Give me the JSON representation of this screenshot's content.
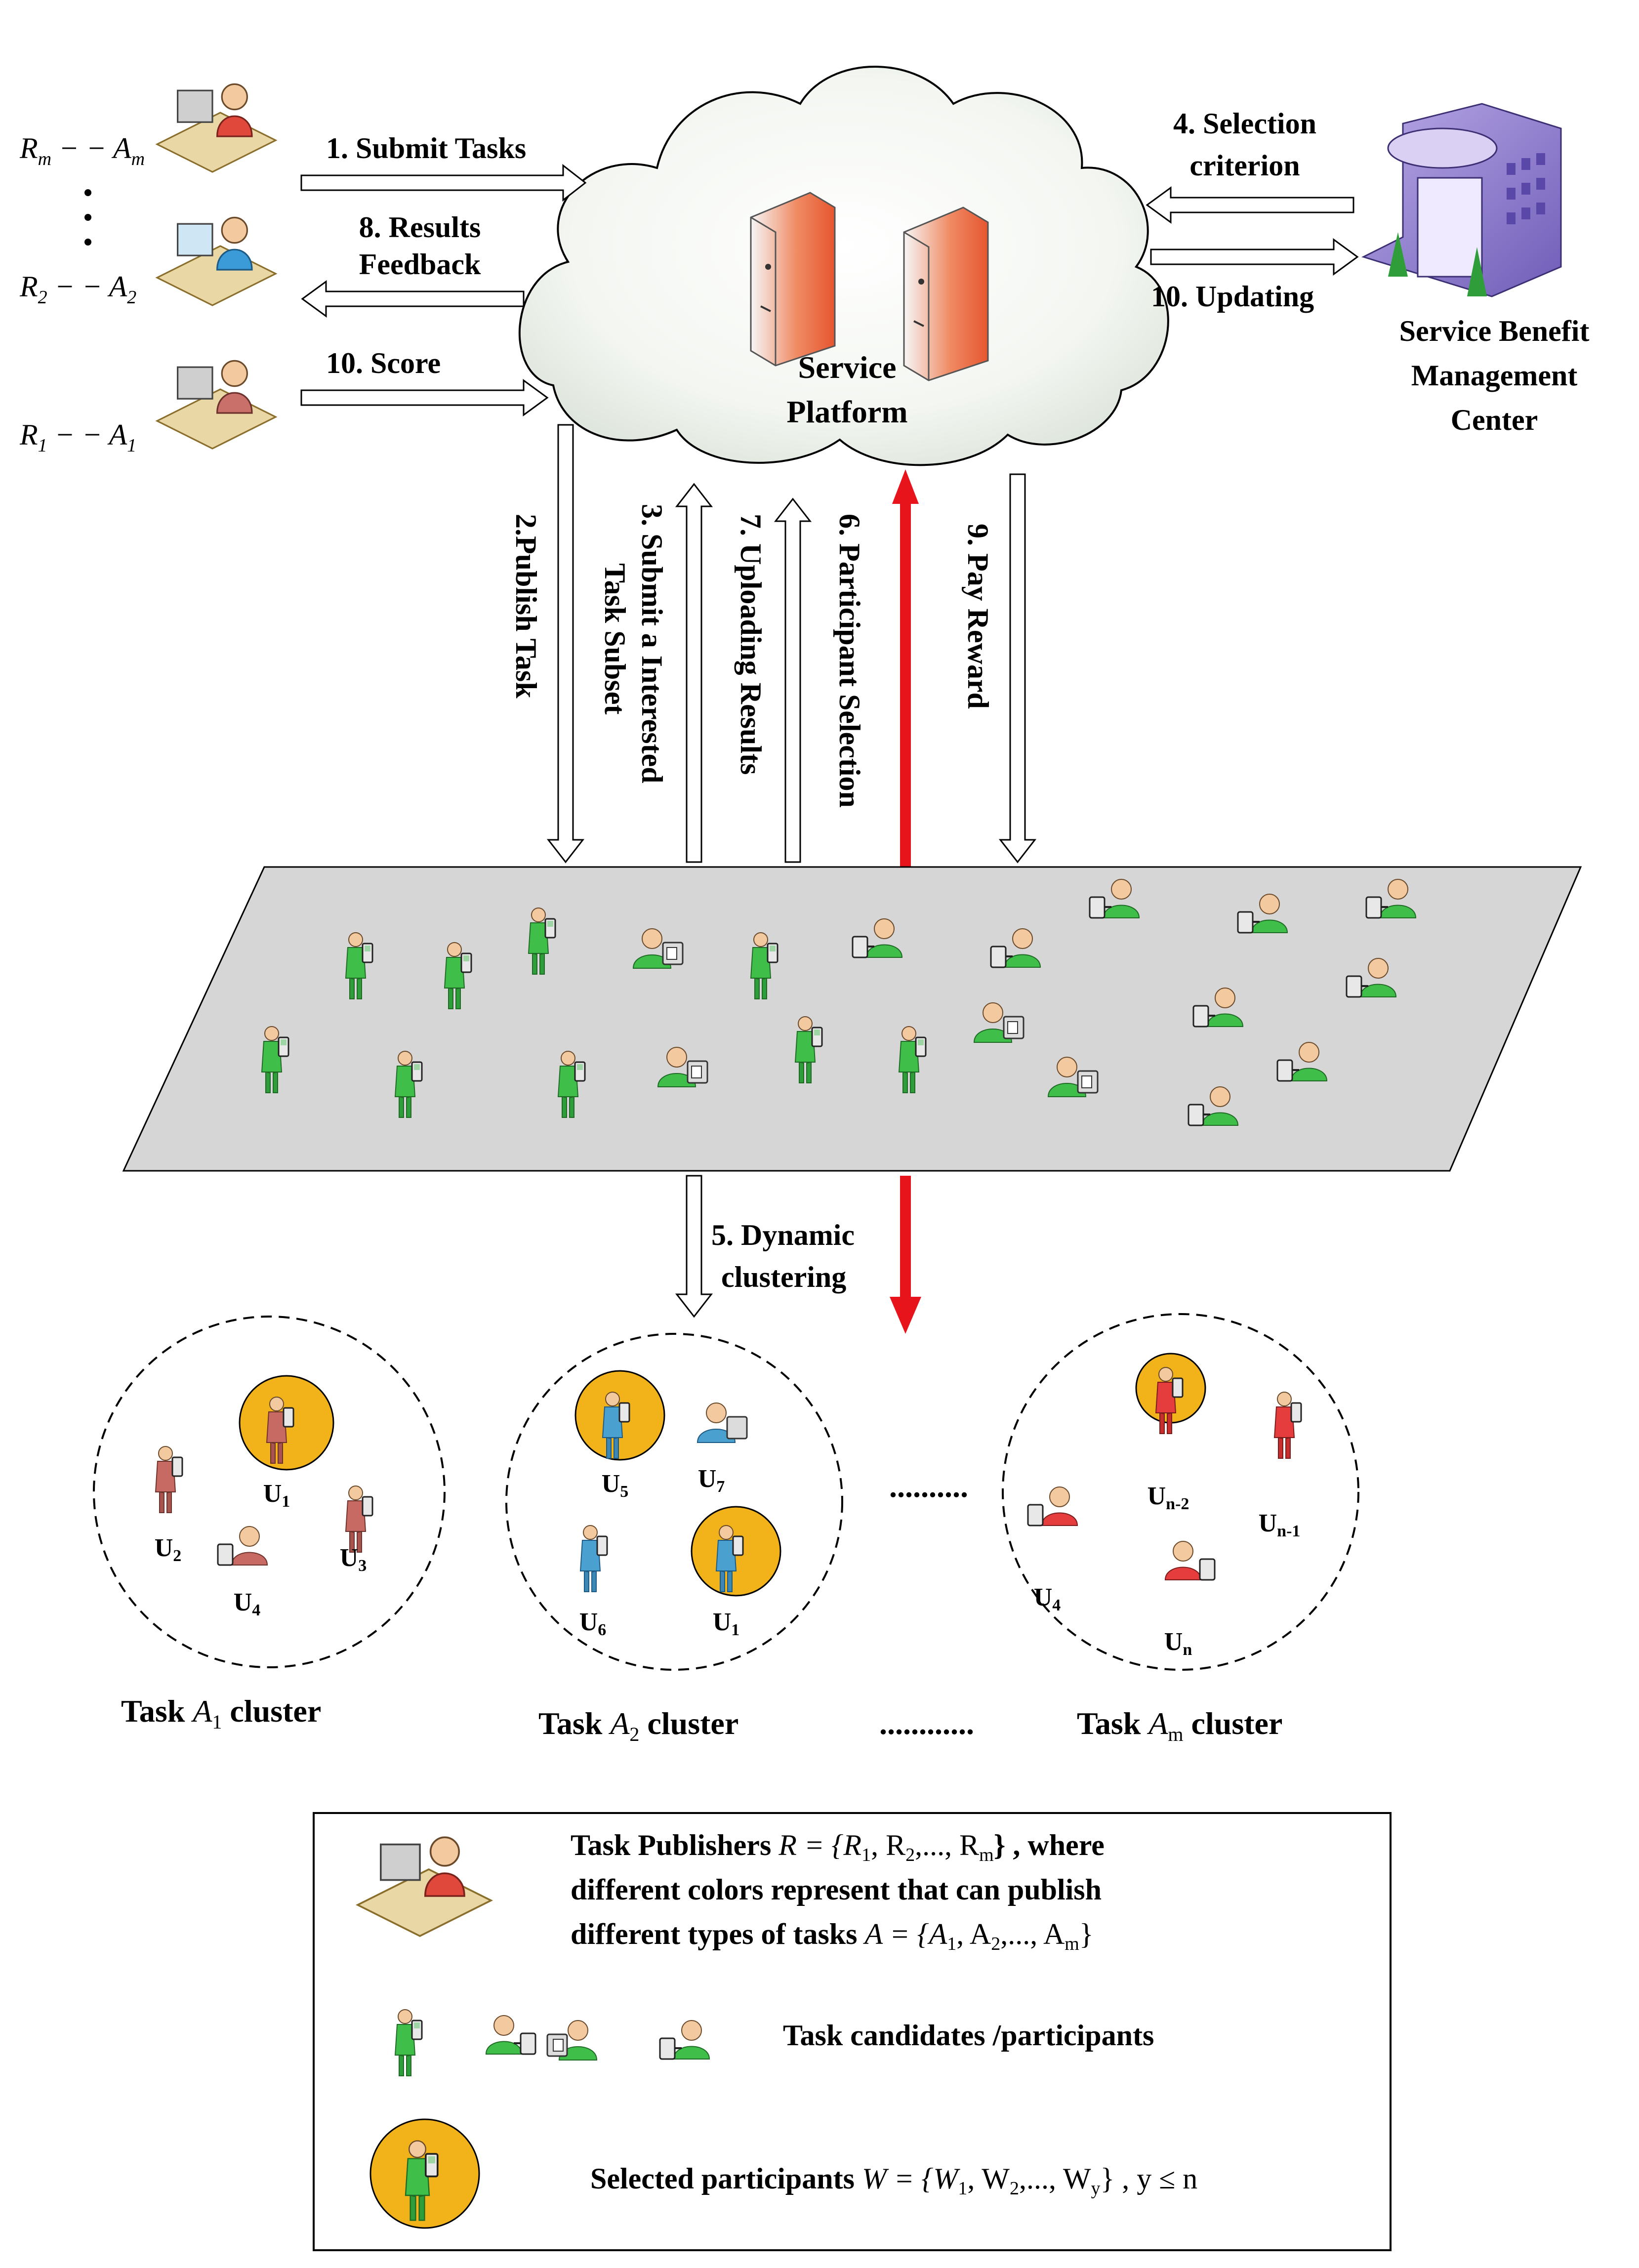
{
  "publishers": [
    {
      "name": "R",
      "sub": "m",
      "task": "A",
      "task_sub": "m",
      "color": "#e0483c"
    },
    {
      "name": "R",
      "sub": "2",
      "task": "A",
      "task_sub": "2",
      "color": "#3a9bd8"
    },
    {
      "name": "R",
      "sub": "1",
      "task": "A",
      "task_sub": "1",
      "color": "#c9706a"
    }
  ],
  "steps": {
    "submit_tasks": "1. Submit Tasks",
    "results_feedback_1": "8. Results",
    "results_feedback_2": "Feedback",
    "score": "10. Score",
    "publish_task": "2.Publish Task",
    "submit_subset_1": "3. Submit a Interested",
    "submit_subset_2": "Task Subset",
    "uploading_results": "7. Uploading  Results",
    "participant_selection": "6. Participant Selection",
    "pay_reward": "9. Pay Reward",
    "selection_criterion_1": "4. Selection",
    "selection_criterion_2": "criterion",
    "updating": "10. Updating",
    "dynamic_clustering_1": "5. Dynamic",
    "dynamic_clustering_2": "clustering"
  },
  "platform": {
    "line1": "Service",
    "line2": "Platform"
  },
  "benefit_center": {
    "line1": "Service Benefit",
    "line2": "Management",
    "line3": "Center"
  },
  "clusters": [
    {
      "prefix": "Task",
      "var": "A",
      "sub": "1",
      "suffix": "cluster",
      "users": [
        {
          "u": "U",
          "s": "1"
        },
        {
          "u": "U",
          "s": "2"
        },
        {
          "u": "U",
          "s": "3"
        },
        {
          "u": "U",
          "s": "4"
        }
      ]
    },
    {
      "prefix": "Task",
      "var": "A",
      "sub": "2",
      "suffix": "cluster",
      "users": [
        {
          "u": "U",
          "s": "5"
        },
        {
          "u": "U",
          "s": "7"
        },
        {
          "u": "U",
          "s": "6"
        },
        {
          "u": "U",
          "s": "1"
        }
      ]
    },
    {
      "prefix": "Task",
      "var": "A",
      "sub": "m",
      "suffix": "cluster",
      "users": [
        {
          "u": "U",
          "s": "n-2"
        },
        {
          "u": "U",
          "s": "n-1"
        },
        {
          "u": "U",
          "s": "4"
        },
        {
          "u": "U",
          "s": "n"
        }
      ]
    }
  ],
  "ellipsis_mid": "..........",
  "ellipsis_label": "............",
  "legend": {
    "publishers_lead": "Task Publishers",
    "publishers_set": "R = {R",
    "publishers_tail": "} , where",
    "publishers_line2": "different colors represent that  can publish",
    "publishers_line3": "different types of tasks",
    "candidates": "Task candidates /participants",
    "selected_lead": "Selected participants"
  },
  "colors": {
    "participant_green": "#3fbf4a",
    "selected_gold": "#f2b21a",
    "selection_red": "#e8141c",
    "field_gray": "#d6d6d6",
    "cluster_blue": "#4aa0cf",
    "cluster_rose": "#c76a63",
    "cluster_red": "#e53d3d"
  }
}
